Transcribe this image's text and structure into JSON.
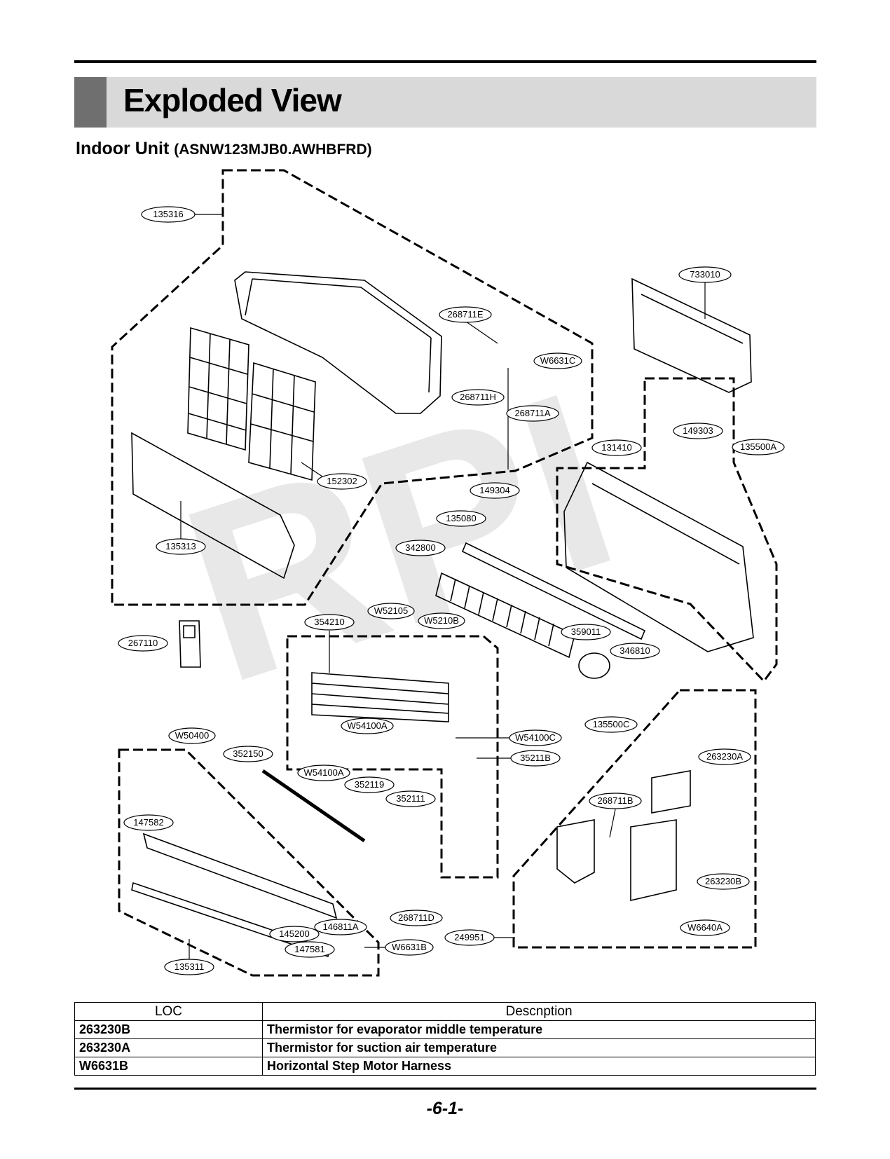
{
  "header": {
    "title": "Exploded View",
    "subtitle": "Indoor Unit",
    "model": "(ASNW123MJB0.AWHBFRD)"
  },
  "watermark": "RPI",
  "part_labels": [
    "135316",
    "733010",
    "268711E",
    "W6631C",
    "268711H",
    "268711A",
    "149303",
    "131410",
    "135500A",
    "152302",
    "149304",
    "135080",
    "135313",
    "342800",
    "W52105",
    "W5210B",
    "354210",
    "359011",
    "267110",
    "346810",
    "135500C",
    "W54100A",
    "W54100C",
    "W50400",
    "352150",
    "35211B",
    "W54100A",
    "352119",
    "352111",
    "263230A",
    "268711B",
    "147582",
    "263230B",
    "268711D",
    "146811A",
    "145200",
    "147581",
    "W6631B",
    "249951",
    "W6640A",
    "135311"
  ],
  "table": {
    "headers": [
      "LOC",
      "Descnption"
    ],
    "rows": [
      {
        "loc": "263230B",
        "desc": "Thermistor for evaporator middle temperature"
      },
      {
        "loc": "263230A",
        "desc": "Thermistor for suction air temperature"
      },
      {
        "loc": "W6631B",
        "desc": "Horizontal  Step Motor Harness"
      }
    ]
  },
  "page_number": "-6-1-"
}
